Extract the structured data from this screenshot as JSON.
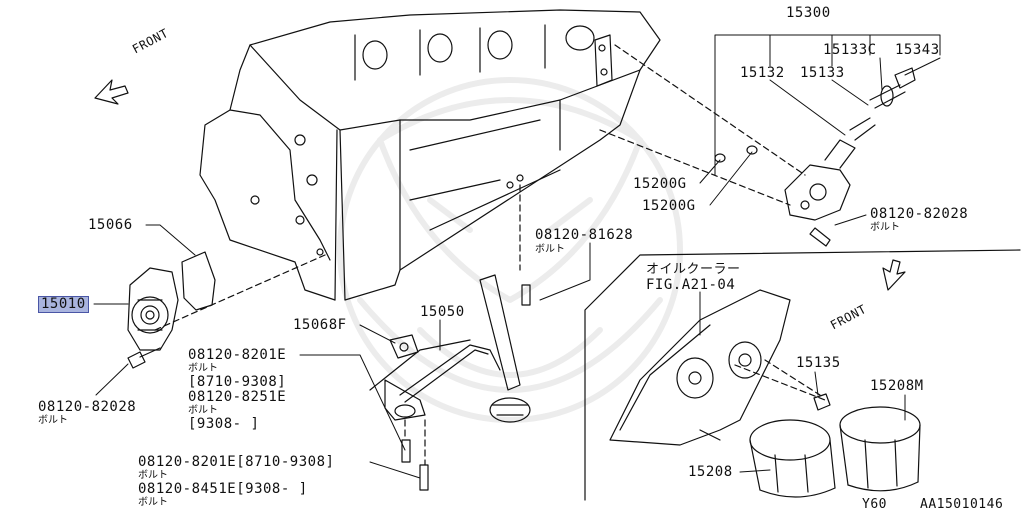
{
  "watermark": {
    "brand_color": "#ececec"
  },
  "highlight_color": "#a9b4de",
  "front_arrows": [
    {
      "text": "FRONT"
    },
    {
      "text": "FRONT"
    }
  ],
  "parts": {
    "p15300": "15300",
    "p15132": "15132",
    "p15133": "15133",
    "p15133c": "15133C",
    "p15343": "15343",
    "p15200g_a": "15200G",
    "p15200g_b": "15200G",
    "bolt_right": "08120-82028",
    "bolt_right_sub": "ボルト",
    "p15066": "15066",
    "p15010": "15010",
    "bolt_center_top": "08120-81628",
    "bolt_center_top_sub": "ボルト",
    "p15068f": "15068F",
    "p15050": "15050",
    "b8201e_a": "08120-8201E",
    "b8201e_a_sub": "ボルト",
    "b8201e_a_range": "[8710-9308]",
    "b8251e": "08120-8251E",
    "b8251e_sub": "ボルト",
    "b8251e_range": "[9308-    ]",
    "bolt_left": "08120-82028",
    "bolt_left_sub": "ボルト",
    "b8201e_b": "08120-8201E[8710-9308]",
    "b8201e_b_sub": "ボルト",
    "b8451e": "08120-8451E[9308-     ]",
    "b8451e_sub": "ボルト",
    "oil_cooler": "オイルクーラー",
    "oil_cooler_ref": "FIG.A21-04",
    "p15135": "15135",
    "p15208m": "15208M",
    "p15208": "15208",
    "model": "Y60",
    "fig_id": "AA15010146"
  }
}
